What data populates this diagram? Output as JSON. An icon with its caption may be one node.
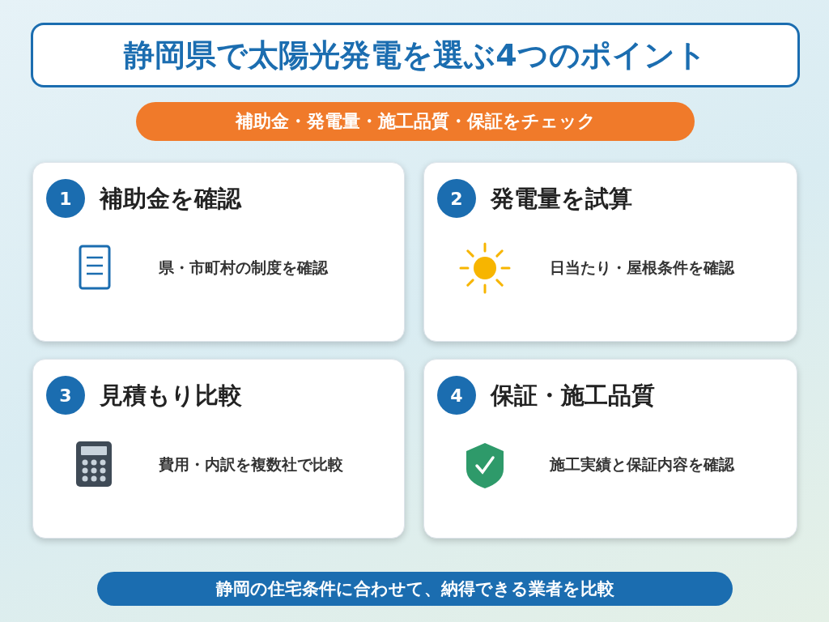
{
  "diagram": {
    "title": "静岡県で太陽光発電を選ぶ4つのポイント",
    "nodes": [
      {
        "text": [
          "補助金・発電量・施工品質・保証をチェック"
        ]
      },
      {
        "text": [
          "補助金を確認",
          "県・市町村の制度を確認"
        ]
      },
      {
        "text": [
          "1"
        ],
        "in": 1
      },
      {
        "text": [
          "発電量を試算",
          "日当たり・屋根条件を確認"
        ]
      },
      {
        "text": [
          "2"
        ],
        "in": 3
      },
      {
        "text": [
          "見積もり比較",
          "費用・内訳を複数社で比較"
        ]
      },
      {
        "text": [
          "3"
        ],
        "in": 5
      },
      {
        "text": [
          "保証・施工品質",
          "施工実績と保証内容を確認"
        ]
      },
      {
        "text": [
          "4"
        ],
        "in": 7
      },
      {
        "text": [
          "静岡の住宅条件に合わせて、納得できる業者を比較"
        ]
      }
    ]
  }
}
